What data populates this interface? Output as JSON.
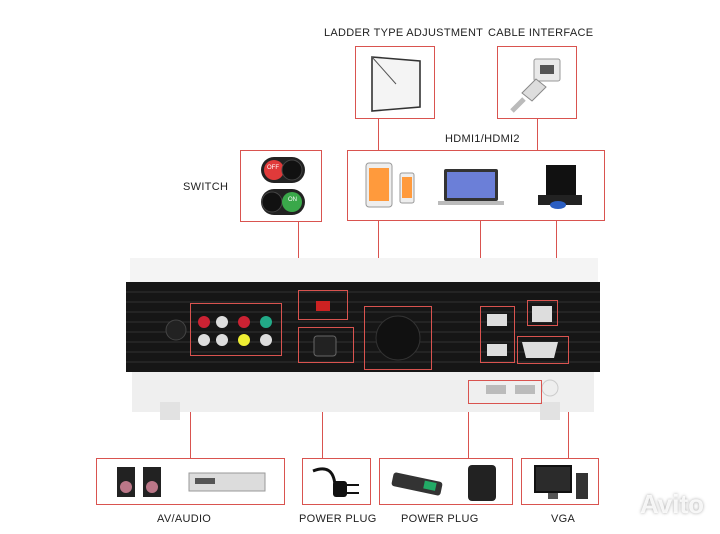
{
  "labels": {
    "ladder": "LADDER TYPE ADJUSTMENT",
    "cable": "CABLE INTERFACE",
    "hdmi": "HDMI1/HDMI2",
    "switch": "SWITCH",
    "av_audio": "AV/AUDIO",
    "power_plug_1": "POWER PLUG",
    "power_plug_2": "POWER PLUG",
    "vga": "VGA"
  },
  "switch": {
    "off": "OFF",
    "on": "ON"
  },
  "watermark": "Avito",
  "colors": {
    "accent": "#d9534f",
    "switch_off": "#e03a3a",
    "switch_on": "#3aa84a"
  },
  "icons": [
    "keystone-trapezoid-icon",
    "ethernet-cable-icon",
    "tablet-icon",
    "phone-icon",
    "laptop-icon",
    "game-console-icon",
    "speakers-icon",
    "amplifier-icon",
    "power-plug-icon",
    "usb-drive-icon",
    "hard-drive-icon",
    "monitor-icon"
  ]
}
